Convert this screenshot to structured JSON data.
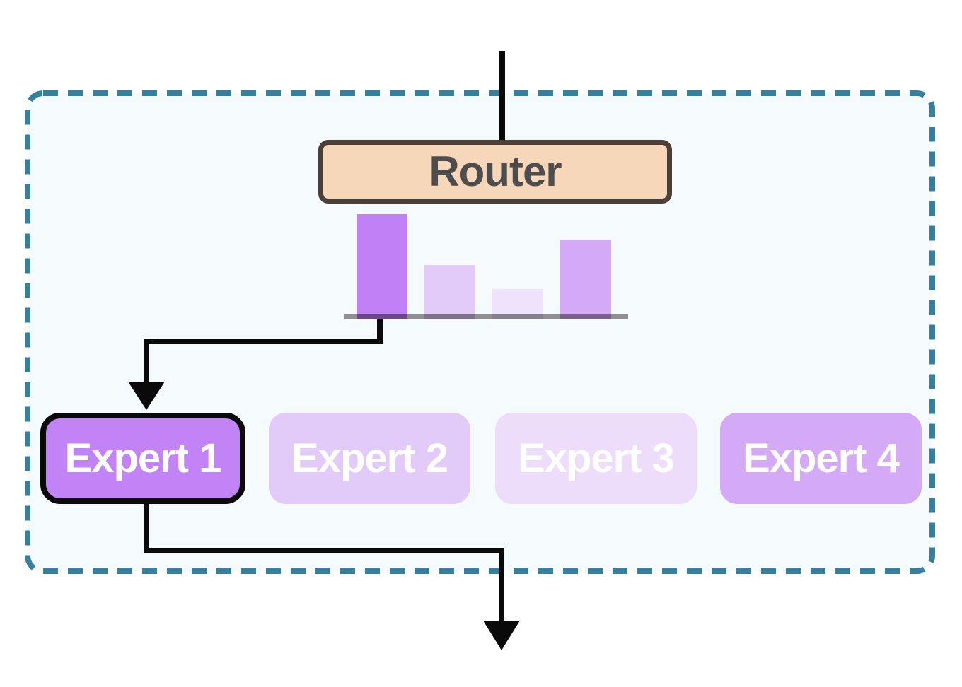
{
  "container": {
    "border_color": "#35809f",
    "fill": "#f5fafc"
  },
  "router": {
    "label": "Router",
    "fill": "#f6d7ba",
    "border_color": "#4a4038",
    "text_color": "#4d4d4d"
  },
  "experts": [
    {
      "label": "Expert 1",
      "fill": "#c183f5",
      "selected": true
    },
    {
      "label": "Expert 2",
      "fill": "#e2cbf8",
      "selected": false
    },
    {
      "label": "Expert 3",
      "fill": "#eddcfa",
      "selected": false
    },
    {
      "label": "Expert 4",
      "fill": "#d4a9f6",
      "selected": false
    }
  ],
  "chart_data": {
    "type": "bar",
    "categories": [
      "Expert 1",
      "Expert 2",
      "Expert 3",
      "Expert 4"
    ],
    "values": [
      1.0,
      0.52,
      0.29,
      0.76
    ],
    "bar_colors": [
      "#c080f6",
      "#e2cbf8",
      "#efe2fb",
      "#d4a9f6"
    ],
    "title": "",
    "xlabel": "",
    "ylabel": "",
    "axis_color": "#8f8f8f",
    "grid": false,
    "tick_labels": false
  },
  "colors": {
    "arrow": "#0a0a0a",
    "page_background": "#ffffff"
  }
}
